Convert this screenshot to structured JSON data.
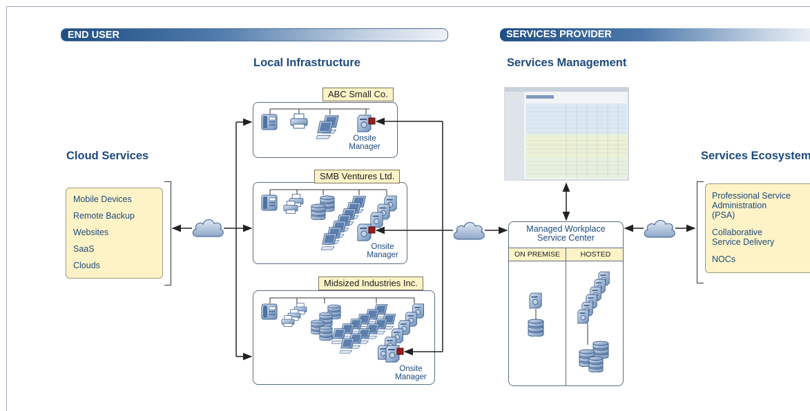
{
  "sections": {
    "end_user": "END USER",
    "services_provider": "SERVICES PROVIDER"
  },
  "titles": {
    "local_infrastructure": "Local Infrastructure",
    "services_management": "Services Management",
    "cloud_services": "Cloud Services",
    "services_ecosystem": "Services Ecosystem"
  },
  "cloud_list": [
    "Mobile Devices",
    "Remote Backup",
    "Websites",
    "SaaS",
    "Clouds"
  ],
  "sites": [
    {
      "name": "ABC Small Co.",
      "manager_line1": "Onsite",
      "manager_line2": "Manager"
    },
    {
      "name": "SMB Ventures Ltd.",
      "manager_line1": "Onsite",
      "manager_line2": "Manager"
    },
    {
      "name": "Midsized Industries Inc.",
      "manager_line1": "Onsite",
      "manager_line2": "Manager"
    }
  ],
  "service_center": {
    "title_line1": "Managed Workplace",
    "title_line2": "Service Center",
    "col_on_premise": "ON PREMISE",
    "col_hosted": "HOSTED"
  },
  "ecosystem_list": [
    "Professional Service",
    "Administration",
    "(PSA)",
    "Collaborative",
    "Service Delivery",
    "NOCs"
  ],
  "colors": {
    "heading": "#1e4a7c",
    "band": "#1f4e83",
    "tag_fill": "#fdf3c7",
    "marker": "#9b1b1b",
    "device": "#5d7fae"
  }
}
